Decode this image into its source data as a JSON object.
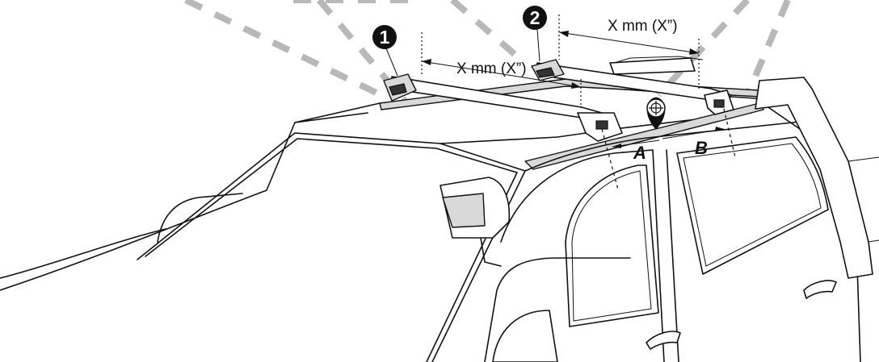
{
  "callouts": {
    "first": "1",
    "second": "2"
  },
  "measurements": {
    "front": "X mm (X”)",
    "rear": "X mm (X”)"
  },
  "points": {
    "a": "A",
    "b": "B"
  },
  "icons": {
    "target_marker": "crosshair-location-pin-icon"
  },
  "colors": {
    "line": "#111111",
    "guide": "#b8b8b8",
    "callout_fill": "#111111"
  }
}
